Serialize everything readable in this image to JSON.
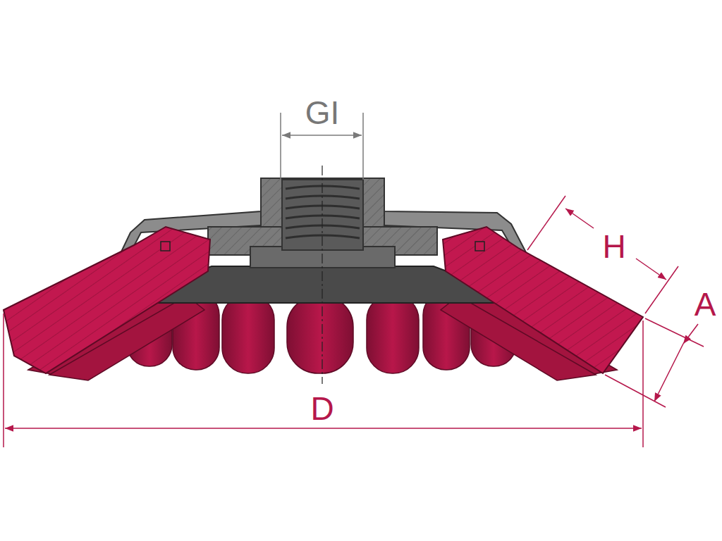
{
  "diagram": {
    "labels": [
      "GI",
      "H",
      "A",
      "D"
    ]
  }
}
